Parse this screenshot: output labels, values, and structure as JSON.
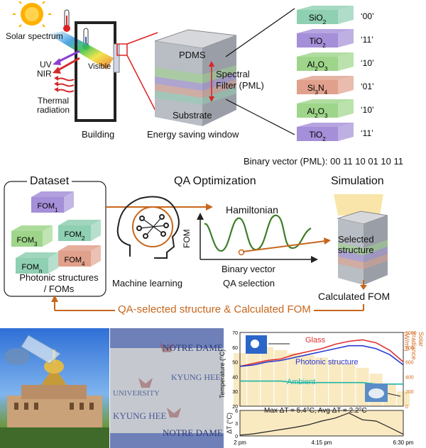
{
  "top": {
    "solar_spectrum": "Solar spectrum",
    "uv": "UV",
    "nir": "NIR",
    "visible": "Visible",
    "thermal_radiation_1": "Thermal",
    "thermal_radiation_2": "radiation",
    "building": "Building",
    "pdms": "PDMS",
    "spectral_1": "Spectral",
    "spectral_2": "Filter (PML)",
    "substrate": "Substrate",
    "energy_window": "Energy saving window",
    "binary_vector": "Binary vector (PML): 00 11 10 01 10 11",
    "layers": [
      {
        "material": "SiO",
        "sub": "2",
        "code": "‘00’",
        "color": "#8fcfb2"
      },
      {
        "material": "TiO",
        "sub": "2",
        "code": "‘11’",
        "color": "#a48fd8"
      },
      {
        "material": "Al",
        "sub": "2",
        "mat2": "O",
        "sub2": "3",
        "code": "‘10’",
        "color": "#9ed58a"
      },
      {
        "material": "Si",
        "sub": "3",
        "mat2": "N",
        "sub2": "4",
        "code": "‘01’",
        "color": "#e0a08c"
      },
      {
        "material": "Al",
        "sub": "2",
        "mat2": "O",
        "sub2": "3",
        "code": "‘10’",
        "color": "#9ed58a"
      },
      {
        "material": "TiO",
        "sub": "2",
        "code": "‘11’",
        "color": "#a48fd8"
      }
    ]
  },
  "middle": {
    "dataset": "Dataset",
    "qa_optimization": "QA Optimization",
    "simulation": "Simulation",
    "hamiltonian": "Hamiltonian",
    "fom_axis": "FOM",
    "binary_vector_axis": "Binary vector",
    "qa_selection": "QA selection",
    "machine_learning": "Machine learning",
    "selected_1": "Selected",
    "selected_2": "structure",
    "calculated_fom": "Calculated FOM",
    "photonic_1": "Photonic structures",
    "photonic_2": "/ FOMs",
    "loop_label": "QA-selected structure & Calculated FOM",
    "fom_labels": [
      "FOM1",
      "FOM2",
      "FOM3",
      "FOM4",
      "FOMn"
    ]
  },
  "bottom": {
    "glass": "Glass",
    "photonic_structure": "Photonic structure",
    "ambient": "Ambient",
    "temp_axis": "Temperature (°C)",
    "irr_axis": "Solar irradiance (W/m²)",
    "dt_axis": "ΔT (°C)",
    "max_dt": "Max ΔT = 5.4°C, Avg ΔT = 2.2°C",
    "x_ticks": [
      "2 pm",
      "4:15 pm",
      "6:30 pm"
    ],
    "temp_ticks": [
      "70",
      "60",
      "50",
      "40",
      "30",
      "20"
    ],
    "irr_ticks": [
      "1000",
      "800",
      "600",
      "400",
      "200",
      "0"
    ],
    "dt_ticks": [
      "6",
      "3",
      "0"
    ],
    "flag_texts": [
      "NOTRE DAME",
      "KYUNG HEE",
      "UNIVERSITY",
      "NOTRE DAME",
      "KYUNG HEE"
    ]
  },
  "chart_data": {
    "type": "line",
    "x": [
      "2 pm",
      "4:15 pm",
      "6:30 pm"
    ],
    "xlabel": "",
    "ylabel": "Temperature (°C)",
    "ylabel_right": "Solar irradiance (W/m²)",
    "ylim": [
      20,
      70
    ],
    "ylim_right": [
      0,
      1000
    ],
    "series": [
      {
        "name": "Glass",
        "color": "#e03030",
        "values": [
          47,
          49,
          51,
          52,
          55,
          57,
          59,
          62,
          64,
          65,
          63,
          58,
          50
        ]
      },
      {
        "name": "Photonic structure",
        "color": "#2a3ad0",
        "values": [
          47,
          48,
          50,
          51,
          53,
          55,
          57,
          59,
          61,
          61,
          59,
          55,
          48
        ]
      },
      {
        "name": "Ambient",
        "color": "#1fb5a8",
        "values": [
          37,
          37,
          37,
          37,
          36,
          36,
          36,
          36,
          36,
          36,
          35,
          35,
          35
        ]
      }
    ],
    "dt_values": [
      0.2,
      0.5,
      1.0,
      1.5,
      2.0,
      2.6,
      3.5,
      4.2,
      5.4,
      3.8,
      3.5,
      2.0,
      0.4
    ],
    "dt_ylim": [
      0,
      6
    ]
  }
}
